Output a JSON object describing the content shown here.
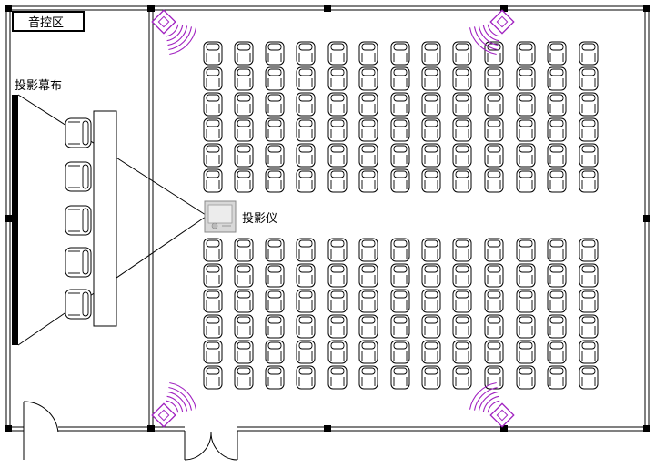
{
  "labels": {
    "control_room": "音控区",
    "screen": "投影幕布",
    "projector": "投影仪"
  },
  "seating": {
    "upper_block": {
      "rows": 6,
      "cols": 13
    },
    "lower_block": {
      "rows": 6,
      "cols": 13
    },
    "stage_chairs": 5
  },
  "colors": {
    "line": "#000000",
    "speaker": "#a020c0",
    "projector_fill": "#d8d8d8"
  },
  "icons": {
    "speaker": "speaker-icon",
    "projector": "projector-icon",
    "chair": "chair-icon"
  }
}
